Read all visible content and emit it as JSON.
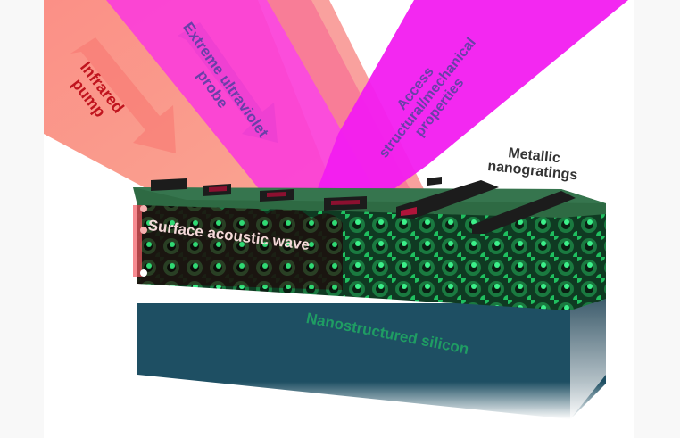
{
  "figure": {
    "type": "schematic illustration",
    "labels": {
      "infrared_pump": "Infrared\npump",
      "euv_probe": "Extreme ultraviolet\nprobe",
      "access": "Access\nstructural/mechanical\nproperties",
      "metallic_nanogratings": "Metallic\nnanogratings",
      "surface_acoustic_wave": "Surface acoustic wave",
      "nanostructured_silicon": "Nanostructured silicon"
    },
    "colors": {
      "margin": "#f8f8f8",
      "background": "#ffffff",
      "infrared_beam": "#fb8a7e",
      "euv_beam": "#fb3fd8",
      "reflected_beam": "#f21cf0",
      "lattice_green": "#1fbf5f",
      "top_plate": "#2e6a43",
      "substrate": "#1e4f63",
      "gratings": "#1c1c1c",
      "infrared_label": "#c0141e",
      "euv_label": "#6a3fa8",
      "saw_label": "#f4d9d9",
      "silicon_label": "#1f9d63"
    }
  }
}
